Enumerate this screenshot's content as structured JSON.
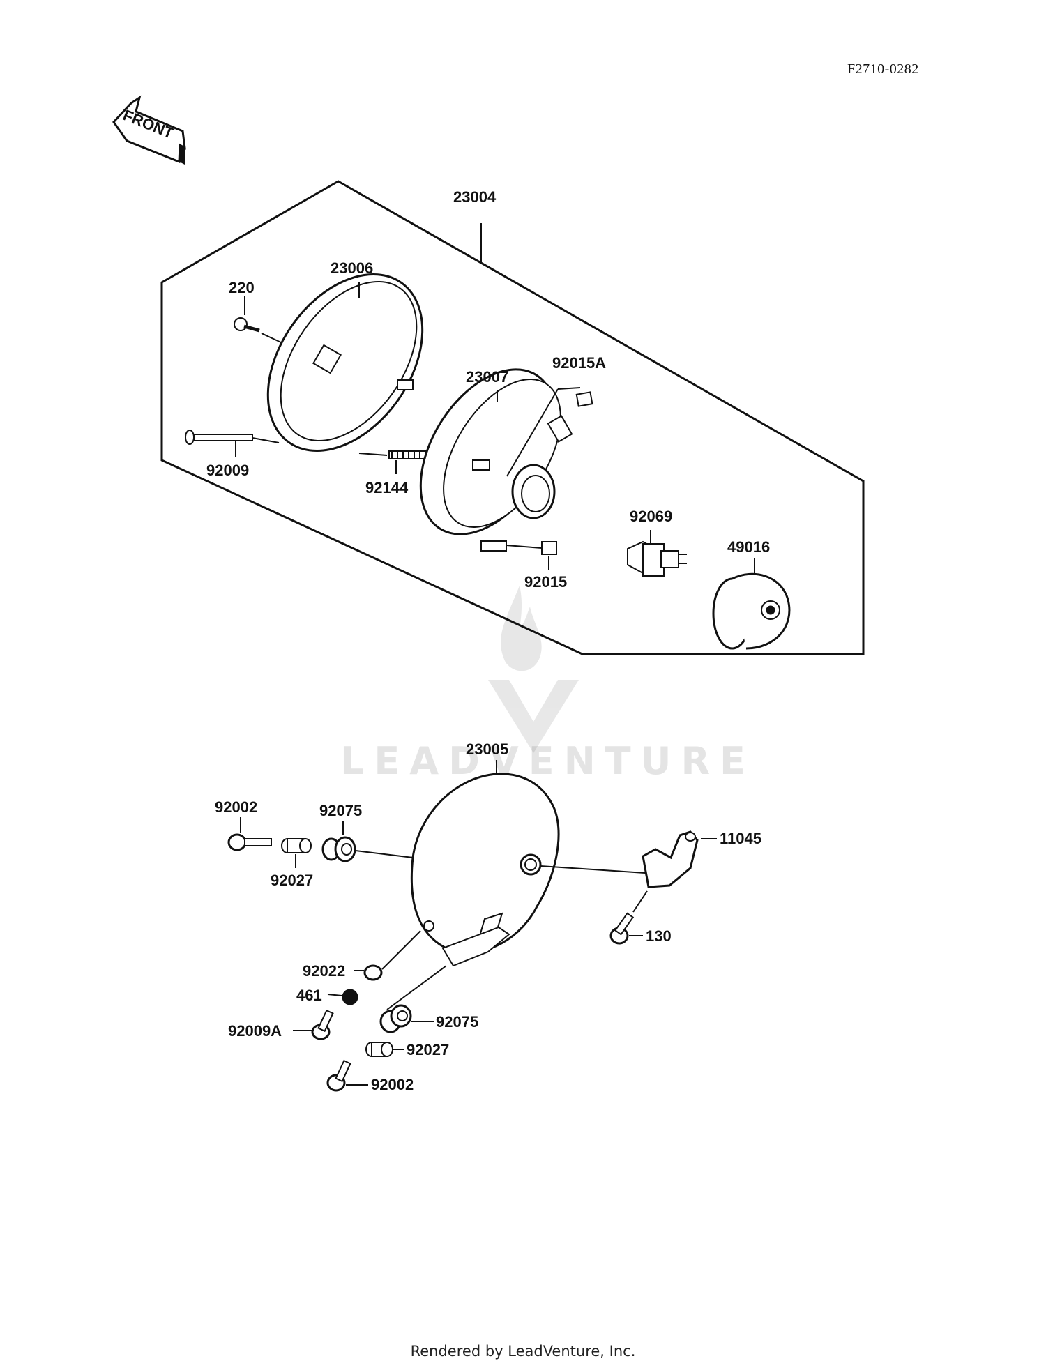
{
  "header": {
    "ref_code": "F2710-0282"
  },
  "front_arrow": {
    "label": "FRONT"
  },
  "watermark": {
    "text": "LEADVENTURE"
  },
  "footer": {
    "text": "Rendered by LeadVenture, Inc."
  },
  "parts": {
    "p23004": "23004",
    "p23006": "23006",
    "p220": "220",
    "p92009": "92009",
    "p92144": "92144",
    "p23007": "23007",
    "p92015A": "92015A",
    "p92015": "92015",
    "p92069": "92069",
    "p49016": "49016",
    "p23005": "23005",
    "p92002_top": "92002",
    "p92075_top": "92075",
    "p92027_top": "92027",
    "p11045": "11045",
    "p130": "130",
    "p92022": "92022",
    "p461": "461",
    "p92009A": "92009A",
    "p92075_bot": "92075",
    "p92027_bot": "92027",
    "p92002_bot": "92002"
  }
}
